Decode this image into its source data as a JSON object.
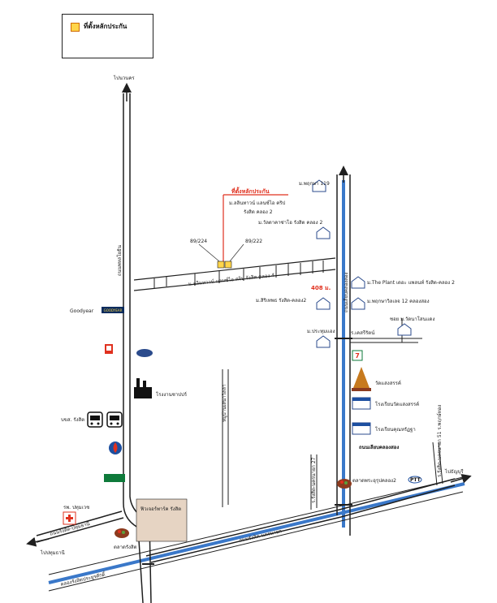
{
  "legend": {
    "label": "ที่ตั้งหลักประกัน"
  },
  "directions": {
    "north": "ไปนวนคร",
    "west": "ไปปทุมธานี",
    "east": "ไปธัญบุรี"
  },
  "roads": {
    "phahon": "ถนนพหลโยธิน",
    "rangsit_pathum": "ถนนรังสิต-ปทุมธานี",
    "rangsit_nakhonnayok": "ถนนรังสิต-นครนายก",
    "khlong_rangsit": "คลองรังสิตประยูรศักดิ์",
    "liab_khlong": "ถนนเลียบคลองสอง",
    "rangsit_khlong_side": "ถนนเลียบคลองสอง",
    "soi_khlong4": "ม.ลลินทาวน์ แลนซ์ไอ คริป รังสิต คลอง 4",
    "soi_27": "ร.รังสิต-นครนายก 27",
    "soi_51": "ร.รังสิต-นครนายก 51 ร.พฤกษ์ทอง",
    "soi_village": "หมู่บ้านเสนาวิลล่า"
  },
  "collateral": {
    "title": "ที่ตั้งหลักประกัน",
    "project_line1": "ม.ลลินทาวน์ แลนซ์ไอ คริป",
    "project_line2": "รังสิต คลอง 2",
    "plot_left": "89/224",
    "plot_right": "89/222"
  },
  "distance": "408 ม.",
  "places": {
    "goodyear": "Goodyear",
    "bus": "บขส. รังสิต",
    "factory": "โรงงานซาปปร์",
    "hospital": "รพ. ปทุมเวช",
    "market_left": "ตลาดรังสิต",
    "future": "ฟิวเจอร์พาร์ค รังสิต",
    "pruksa119": "ม.พฤกษา 119",
    "pruksa2": "ม.วัลดาคาซ่าโอ รังสิต คลอง 2",
    "theplant": "ม.The Plant เดอะ แพลนท์ รังสิต-คลอง 2",
    "siriwiwat": "ม.สิริเทพธ รังสิต-คลอง2",
    "pruksa_ville": "ม.พฤกษาวิลเลจ 12 คลองสอง",
    "pratum": "ม.ประทุมแอง",
    "soi_kasem": "ร.เคสรีรัตน์",
    "soi_watlam": "ซอย ม.วัดนาโสนแดง",
    "wat": "วัดแสงสรรค์",
    "school1": "โรงเรียนวัดแสงสรรค์",
    "school2": "โรงเรียนคุณหรัฏฐา",
    "market_right": "ตลาดพระอุรุปคลอง2",
    "ptt": "PTT"
  },
  "colors": {
    "road": "#1f1f1f",
    "canal": "#3a78c9",
    "marker": "#ffd54a",
    "red": "#e0301e"
  }
}
